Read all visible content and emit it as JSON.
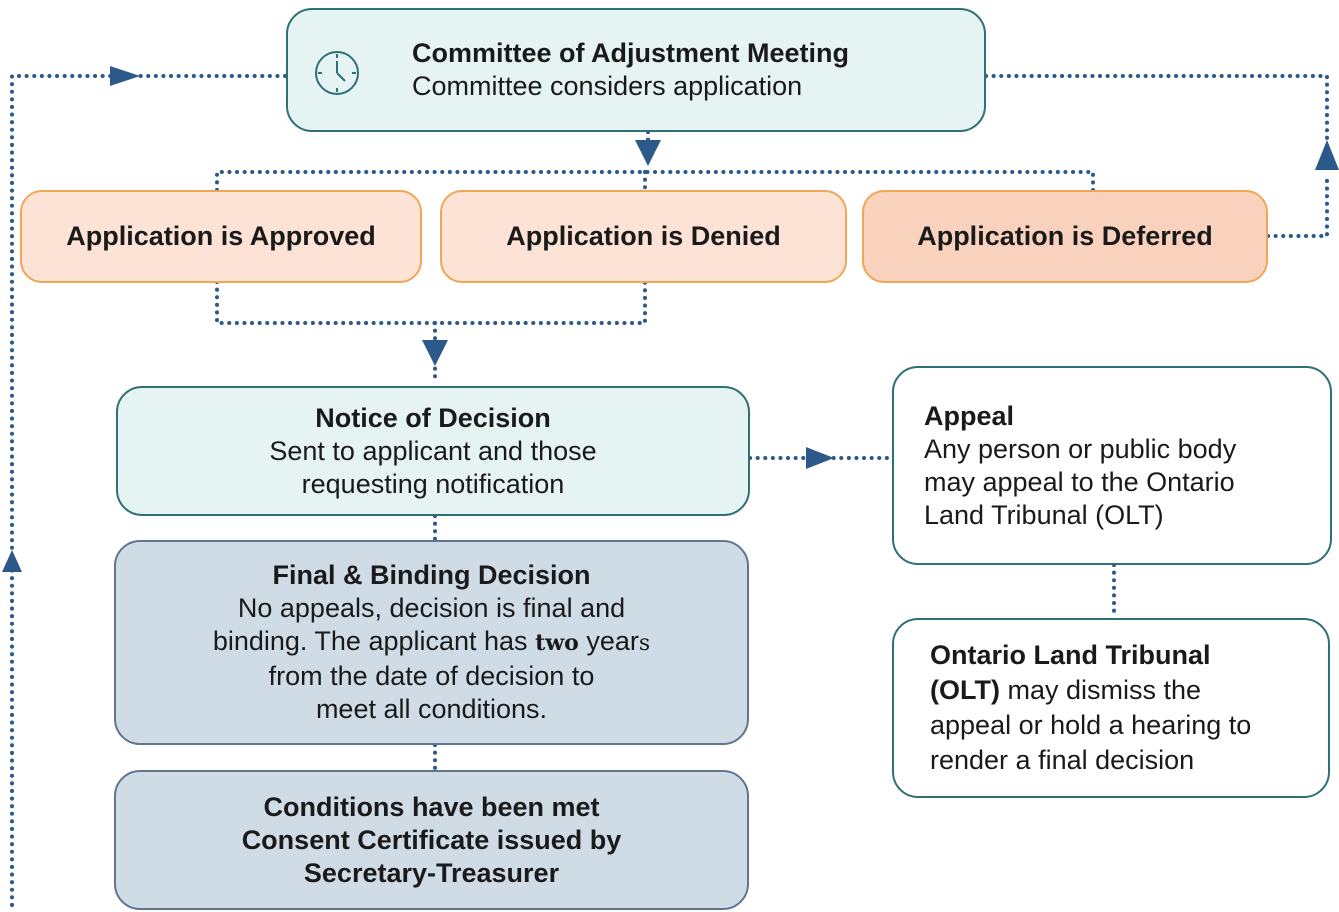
{
  "meeting": {
    "title": "Committee of Adjustment Meeting",
    "subtitle": "Committee considers application"
  },
  "outcomes": {
    "approved": "Application is Approved",
    "denied": "Application is Denied",
    "deferred": "Application is Deferred"
  },
  "notice": {
    "title": "Notice of Decision",
    "line1": "Sent to applicant and those",
    "line2": "requesting notification"
  },
  "final": {
    "title": "Final & Binding Decision",
    "line1": "No appeals, decision is final and",
    "line2_pre": "binding. The applicant has ",
    "line2_bold": "two",
    "line2_mid": " year",
    "line2_s": "s",
    "line3": "from the date of decision to",
    "line4": "meet all conditions."
  },
  "conditions": {
    "line1": "Conditions have been met",
    "line2": "Consent Certificate issued by",
    "line3": "Secretary-Treasurer"
  },
  "appeal": {
    "title": "Appeal",
    "line1": "Any person or public body",
    "line2": "may appeal to the Ontario",
    "line3": "Land Tribunal (OLT)"
  },
  "olt": {
    "title": "Ontario Land Tribunal",
    "bold2": "(OLT)",
    "line2_rest": " may dismiss the",
    "line3": "appeal or hold a hearing to",
    "line4": "render a final decision"
  },
  "colors": {
    "connector": "#2b5a8a",
    "teal_border": "#2f6f76",
    "teal_fill": "#e6f3f3",
    "peach_fill": "#fde3d6",
    "peach_border": "#f0a655",
    "slate_fill": "#cfdce6",
    "slate_border": "#5f7590"
  },
  "icons": {
    "meeting": "clock-icon"
  }
}
